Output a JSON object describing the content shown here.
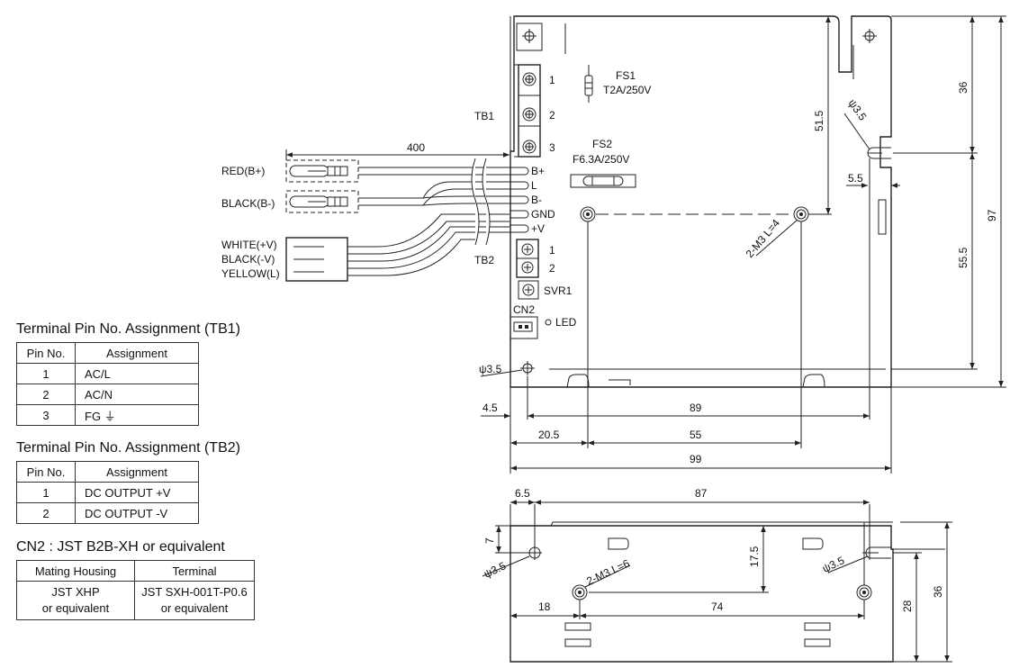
{
  "tables": {
    "tb1": {
      "title": "Terminal Pin No. Assignment (TB1)",
      "headers": [
        "Pin No.",
        "Assignment"
      ],
      "rows": [
        [
          "1",
          "AC/L"
        ],
        [
          "2",
          "AC/N"
        ],
        [
          "3",
          "FG ⏚"
        ]
      ]
    },
    "tb2": {
      "title": "Terminal Pin No. Assignment (TB2)",
      "headers": [
        "Pin No.",
        "Assignment"
      ],
      "rows": [
        [
          "1",
          "DC OUTPUT +V"
        ],
        [
          "2",
          "DC OUTPUT -V"
        ]
      ]
    },
    "cn2": {
      "title": "CN2 : JST B2B-XH or equivalent",
      "headers": [
        "Mating Housing",
        "Terminal"
      ],
      "rows": [
        [
          "JST XHP",
          "JST SXH-001T-P0.6"
        ],
        [
          "or equivalent",
          "or equivalent"
        ]
      ]
    }
  },
  "wires": {
    "length": "400",
    "red": "RED(B+)",
    "black_b": "BLACK(B-)",
    "white": "WHITE(+V)",
    "black_v": "BLACK(-V)",
    "yellow": "YELLOW(L)"
  },
  "board": {
    "tb1": "TB1",
    "tb1_pins": [
      "1",
      "2",
      "3"
    ],
    "tb2": "TB2",
    "tb2_pins": [
      "1",
      "2"
    ],
    "outputs": [
      "B+",
      "L",
      "B-",
      "GND",
      "+V"
    ],
    "fs1": "FS1",
    "fs1_rating": "T2A/250V",
    "fs2": "FS2",
    "fs2_rating": "F6.3A/250V",
    "svr1": "SVR1",
    "cn2": "CN2",
    "led": "LED",
    "hole_label": "2-M3 L=4",
    "slot": "ψ3.5",
    "hole_left": "ψ3.5"
  },
  "dims": {
    "d36": "36",
    "d97": "97",
    "d51_5": "51.5",
    "d55_5": "55.5",
    "d5_5": "5.5",
    "d4_5": "4.5",
    "d89": "89",
    "d20_5": "20.5",
    "d55": "55",
    "d99": "99"
  },
  "side": {
    "d6_5": "6.5",
    "d87": "87",
    "d7": "7",
    "d17_5": "17.5",
    "d28": "28",
    "d36": "36",
    "d18": "18",
    "d74": "74",
    "hole_label": "2-M3 L=6",
    "slot_left": "ψ3.5",
    "slot_right": "ψ3.5"
  }
}
